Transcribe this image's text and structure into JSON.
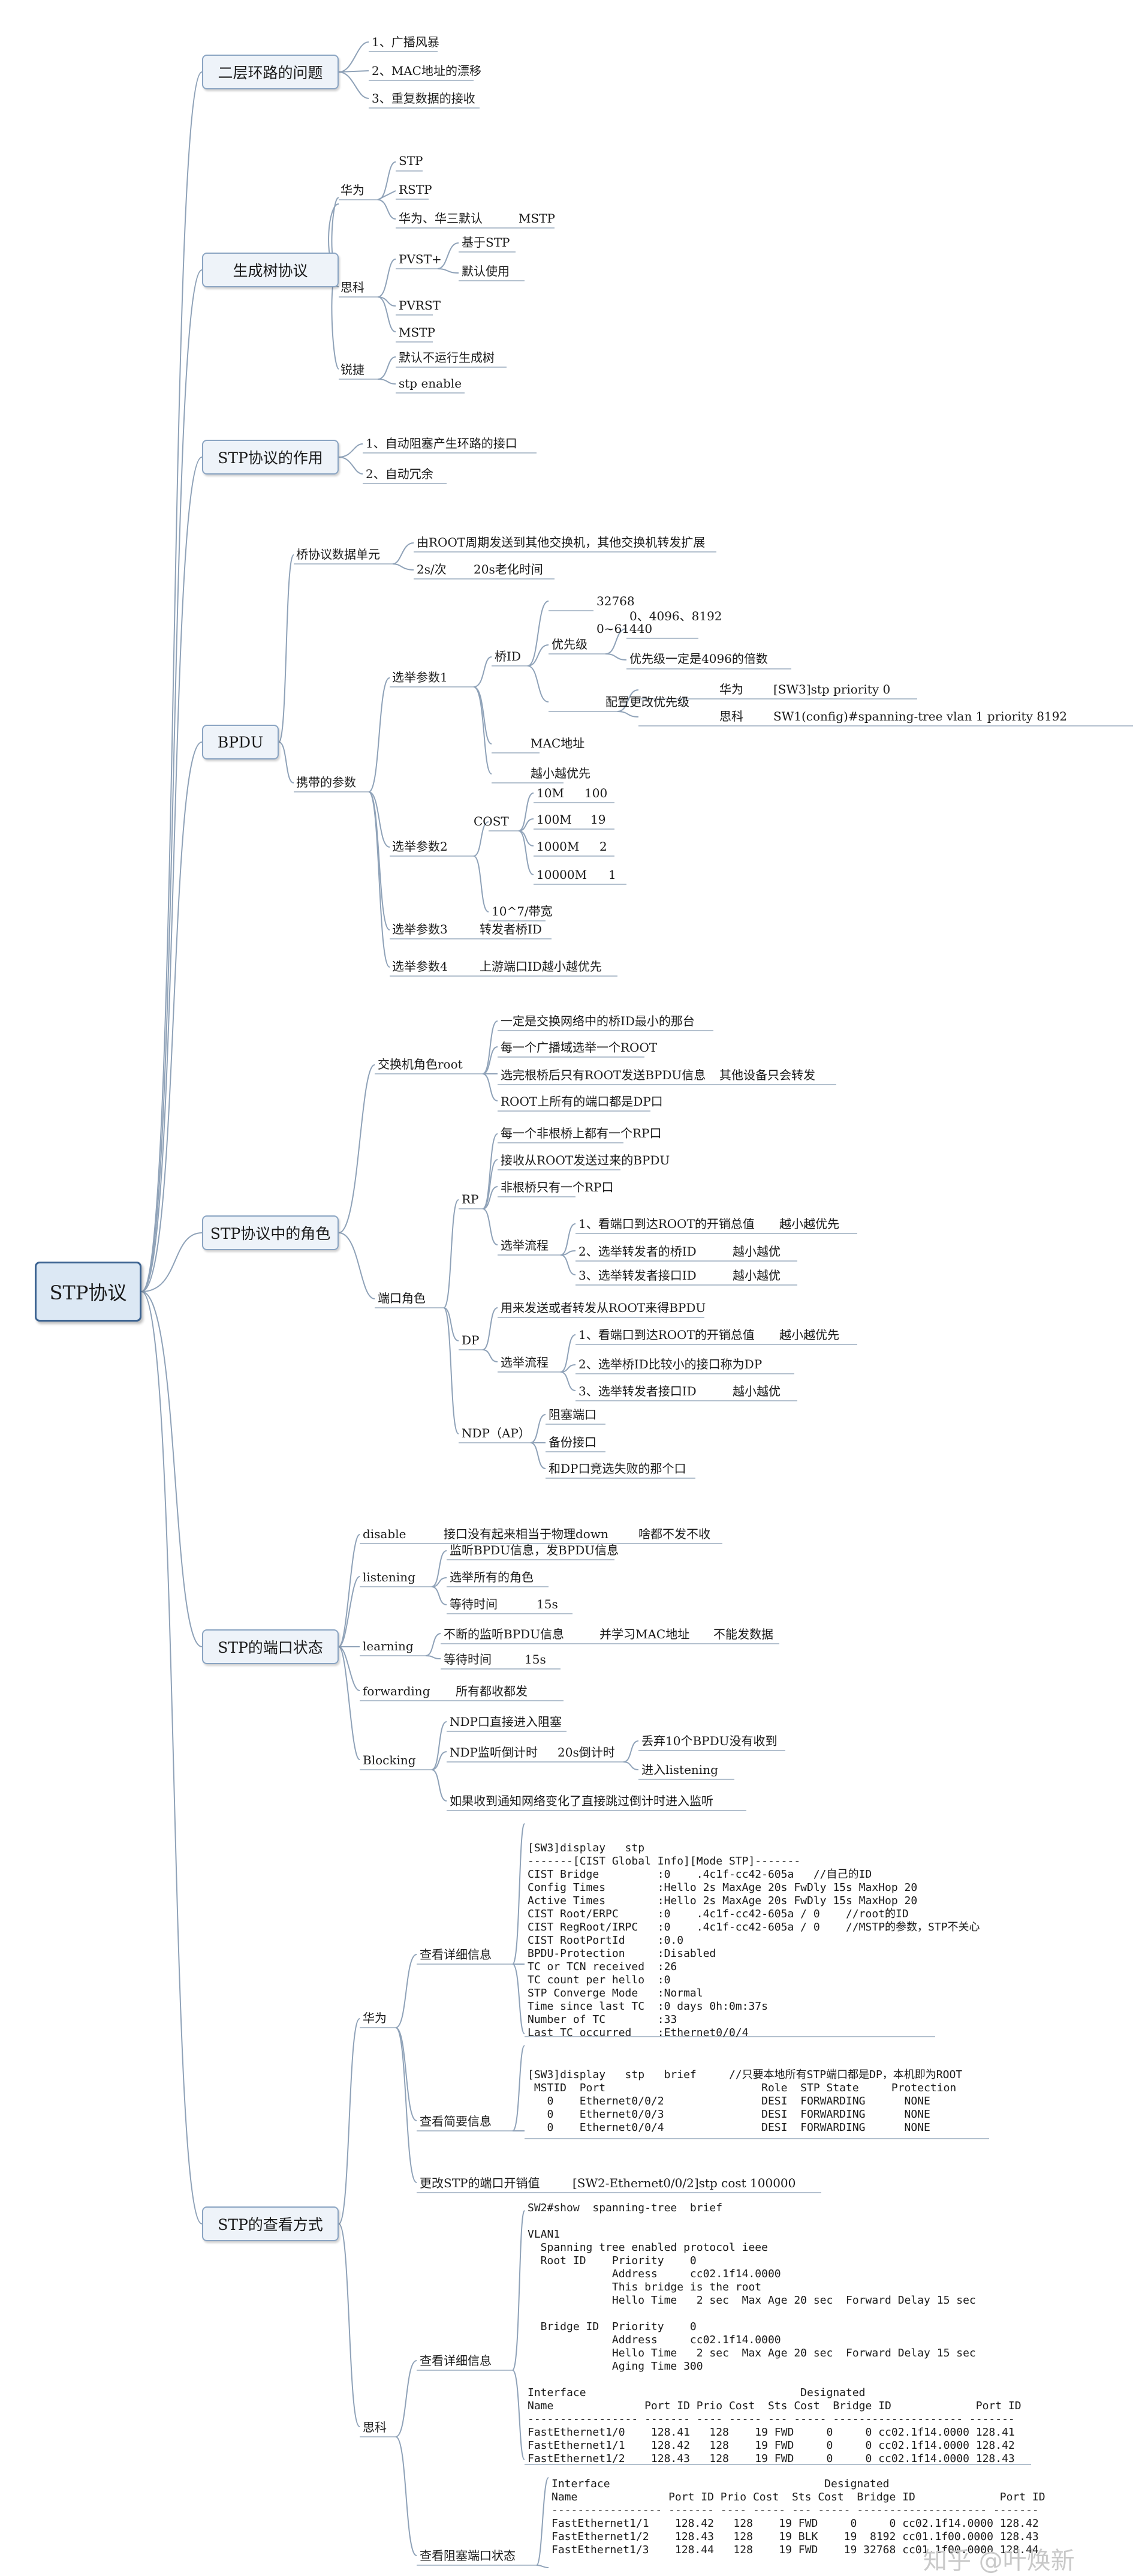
{
  "root": "STP协议",
  "sections": {
    "loop": {
      "title": "二层环路的问题",
      "items": [
        "1、广播风暴",
        "2、MAC地址的漂移",
        "3、重复数据的接收"
      ]
    },
    "stp": {
      "title": "生成树协议",
      "huawei": "华为",
      "huawei_items": [
        "STP",
        "RSTP",
        "华为、华三默认",
        "MSTP"
      ],
      "cisco": "思科",
      "pvst": "PVST+",
      "pvst_items": [
        "基于STP",
        "默认使用"
      ],
      "pvrst": "PVRST",
      "mstp": "MSTP",
      "ruijie": "锐捷",
      "ruijie_items": [
        "默认不运行生成树",
        "stp enable"
      ]
    },
    "role": {
      "title": "STP协议的作用",
      "items": [
        "1、自动阻塞产生环路的接口",
        "2、自动冗余"
      ]
    },
    "bpdu": {
      "title": "BPDU",
      "unit": "桥协议数据单元",
      "unit_line1": "由ROOT周期发送到其他交换机，其他交换机转发扩展",
      "unit_line2a": "2s/次",
      "unit_line2b": "20s老化时间",
      "carry": "携带的参数",
      "p1": "选举参数1",
      "bridge_id": "桥ID",
      "priority": "优先级",
      "v32768": "32768",
      "range": "0~61440",
      "steps": "0、4096、8192",
      "multiple": "优先级一定是4096的倍数",
      "config": "配置更改优先级",
      "hw": "华为",
      "hw_cmd": "[SW3]stp priority  0",
      "cs": "思科",
      "cs_cmd": "SW1(config)#spanning-tree   vlan   1  priority   8192",
      "mac": "MAC地址",
      "smaller": "越小越优先",
      "p2": "选举参数2",
      "cost": "COST",
      "cost_rows": [
        [
          "10M",
          "100"
        ],
        [
          "100M",
          "19"
        ],
        [
          "1000M",
          "2"
        ],
        [
          "10000M",
          "1"
        ]
      ],
      "bw": "10^7/带宽",
      "p3": "选举参数3",
      "p3_val": "转发者桥ID",
      "p4": "选举参数4",
      "p4_val": "上游端口ID越小越优先"
    },
    "roles": {
      "title": "STP协议中的角色",
      "sw_role": "交换机角色root",
      "root_items": [
        "一定是交换网络中的桥ID最小的那台",
        "每一个广播域选举一个ROOT",
        "选完根桥后只有ROOT发送BPDU信息",
        "ROOT上所有的端口都是DP口"
      ],
      "root_extra": "其他设备只会转发",
      "port_role": "端口角色",
      "rp": "RP",
      "rp_items": [
        "每一个非根桥上都有一个RP口",
        "接收从ROOT发送过来的BPDU",
        "非根桥只有一个RP口"
      ],
      "rp_elect": "选举流程",
      "rp_steps": [
        "1、看端口到达ROOT的开销总值",
        "2、选举转发者的桥ID",
        "3、选举转发者接口ID"
      ],
      "rp_steps_r": [
        "越小越优先",
        "越小越优",
        "越小越优"
      ],
      "dp": "DP",
      "dp_item": "用来发送或者转发从ROOT来得BPDU",
      "dp_elect": "选举流程",
      "dp_steps": [
        "1、看端口到达ROOT的开销总值",
        "2、选举桥ID比较小的接口称为DP",
        "3、选举转发者接口ID"
      ],
      "dp_steps_r": [
        "越小越优先",
        "",
        "越小越优"
      ],
      "ndp": "NDP（AP）",
      "ndp_items": [
        "阻塞端口",
        "备份接口",
        "和DP口竞选失败的那个口"
      ]
    },
    "state": {
      "title": "STP的端口状态",
      "disable": "disable",
      "disable_a": "接口没有起来相当于物理down",
      "disable_b": "啥都不发不收",
      "listening": "listening",
      "listening_items": [
        "监听BPDU信息，发BPDU信息",
        "选举所有的角色"
      ],
      "listening_wait": "等待时间",
      "listening_wait_v": "15s",
      "learning": "learning",
      "learning_a": "不断的监听BPDU信息",
      "learning_b": "并学习MAC地址",
      "learning_c": "不能发数据",
      "learning_wait": "等待时间",
      "learning_wait_v": "15s",
      "forwarding": "forwarding",
      "forwarding_v": "所有都收都发",
      "blocking": "Blocking",
      "b1": "NDP口直接进入阻塞",
      "b2": "NDP监听倒计时",
      "b2_v": "20s倒计时",
      "b2_a": "丢弃10个BPDU没有收到",
      "b2_b": "进入listening",
      "b3": "如果收到通知网络变化了直接跳过倒计时进入监听"
    },
    "view": {
      "title": "STP的查看方式",
      "huawei": "华为",
      "hw_detail": "查看详细信息",
      "hw_detail_text": "[SW3]display   stp\n-------[CIST Global Info][Mode STP]-------\nCIST Bridge         :0    .4c1f-cc42-605a   //自己的ID\nConfig Times        :Hello 2s MaxAge 20s FwDly 15s MaxHop 20\nActive Times        :Hello 2s MaxAge 20s FwDly 15s MaxHop 20\nCIST Root/ERPC      :0    .4c1f-cc42-605a / 0    //root的ID\nCIST RegRoot/IRPC   :0    .4c1f-cc42-605a / 0    //MSTP的参数，STP不关心\nCIST RootPortId     :0.0\nBPDU-Protection     :Disabled\nTC or TCN received  :26\nTC count per hello  :0\nSTP Converge Mode   :Normal\nTime since last TC  :0 days 0h:0m:37s\nNumber of TC        :33\nLast TC occurred    :Ethernet0/0/4",
      "hw_brief": "查看简要信息",
      "hw_brief_text": "[SW3]display   stp   brief     //只要本地所有STP端口都是DP，本机即为ROOT\n MSTID  Port                        Role  STP State     Protection\n   0    Ethernet0/0/2               DESI  FORWARDING      NONE\n   0    Ethernet0/0/3               DESI  FORWARDING      NONE\n   0    Ethernet0/0/4               DESI  FORWARDING      NONE",
      "hw_cost": "更改STP的端口开销值",
      "hw_cost_cmd": "[SW2-Ethernet0/0/2]stp cost  100000",
      "cisco": "思科",
      "cs_detail": "查看详细信息",
      "cs_detail_text": "SW2#show  spanning-tree  brief\n\nVLAN1\n  Spanning tree enabled protocol ieee\n  Root ID    Priority    0\n             Address     cc02.1f14.0000\n             This bridge is the root\n             Hello Time   2 sec  Max Age 20 sec  Forward Delay 15 sec\n\n  Bridge ID  Priority    0\n             Address     cc02.1f14.0000\n             Hello Time   2 sec  Max Age 20 sec  Forward Delay 15 sec\n             Aging Time 300\n\nInterface                                 Designated\nName              Port ID Prio Cost  Sts Cost  Bridge ID             Port ID\n----------------- ------- ---- ----- --- ----- -------------------- -------\nFastEthernet1/0    128.41   128    19 FWD     0     0 cc02.1f14.0000 128.41\nFastEthernet1/1    128.42   128    19 FWD     0     0 cc02.1f14.0000 128.42\nFastEthernet1/2    128.43   128    19 FWD     0     0 cc02.1f14.0000 128.43",
      "cs_block": "查看阻塞端口状态",
      "cs_block_text": "Interface                                 Designated\nName              Port ID Prio Cost  Sts Cost  Bridge ID             Port ID\n----------------- ------- ---- ----- --- ----- -------------------- -------\nFastEthernet1/1    128.42   128    19 FWD     0     0 cc02.1f14.0000 128.42\nFastEthernet1/2    128.43   128    19 BLK    19  8192 cc01.1f00.0000 128.43\nFastEthernet1/3    128.44   128    19 FWD    19 32768 cc01.1f00.0000 128.44"
    }
  },
  "watermark": "知乎 @叶焕新"
}
